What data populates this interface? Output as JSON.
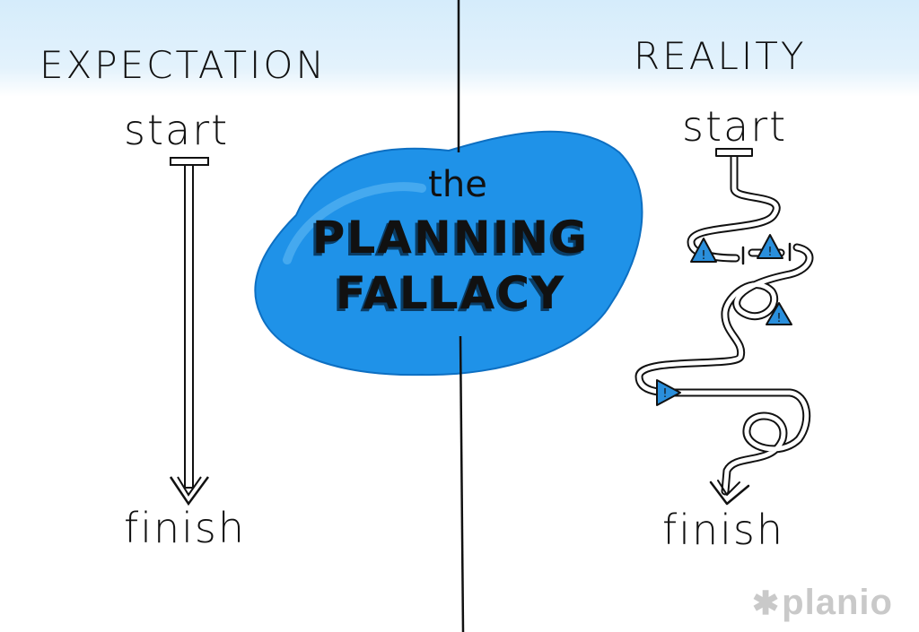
{
  "headers": {
    "left": "EXPECTATION",
    "right": "REALITY"
  },
  "expectation": {
    "start": "start",
    "finish": "finish"
  },
  "reality": {
    "start": "start",
    "finish": "finish"
  },
  "blob": {
    "line0": "the",
    "line1": "PLANNING",
    "line2": "FALLACY"
  },
  "brand": {
    "mark": "✱",
    "name": "planio"
  },
  "colors": {
    "accent": "#1e90e6",
    "accent_dark": "#0a5fa8",
    "ink": "#111111",
    "band": "#d5ecfb",
    "brand": "#c9c9c9"
  },
  "icons": {
    "warning": "warning-triangle-icon",
    "arrow": "arrow-down-icon"
  }
}
